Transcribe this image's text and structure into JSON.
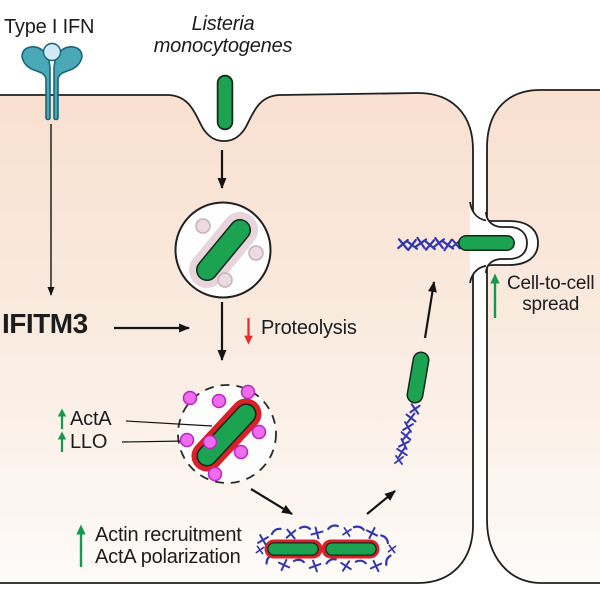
{
  "figure": {
    "type": "signaling-pathway-diagram",
    "annotations": {
      "receptor_label": "Type I IFN",
      "pathogen_label_line1": "Listeria",
      "pathogen_label_line2": "monocytogenes",
      "effector_label": "IFITM3",
      "proteolysis": {
        "direction": "decrease",
        "label": "Proteolysis"
      },
      "acta": {
        "direction": "increase",
        "label": "ActA"
      },
      "llo": {
        "direction": "increase",
        "label": "LLO"
      },
      "actin": {
        "direction": "increase",
        "line1": "Actin recruitment",
        "line2": "ActA polarization"
      },
      "spread": {
        "direction": "increase",
        "line1": "Cell-to-cell",
        "line2": "spread"
      }
    },
    "colors": {
      "bacteria_green": "#1ca351",
      "arrow_green": "#149a4f",
      "arrow_red": "#e43028",
      "receptor_teal": "#4ba8b6",
      "receptor_outline": "#17657a",
      "ligand_blue": "#cfeaf5",
      "actin_blue": "#3136b0",
      "acta_coat_red": "#da2127",
      "llo_dot_magenta": "#ee6cee",
      "llo_dot_outline": "#b726bd",
      "phagosome_halo_pink": "#e8d5db",
      "cell_fill_top": "#f9e0d0",
      "cell_fill_bottom": "#fdfbf9",
      "membrane": "#1f1f1f"
    }
  }
}
